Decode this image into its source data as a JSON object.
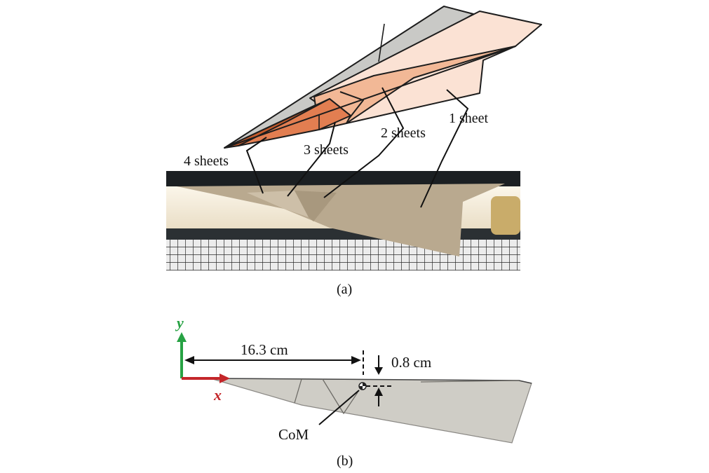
{
  "panel_a": {
    "labels": {
      "four_sheets": "4 sheets",
      "three_sheets": "3 sheets",
      "two_sheets": "2 sheets",
      "one_sheet": "1 sheet"
    },
    "caption": "(a)"
  },
  "panel_b": {
    "axis_y": "y",
    "axis_x": "x",
    "distance_label": "16.3 cm",
    "offset_label": "0.8 cm",
    "com_label": "CoM",
    "caption": "(b)"
  },
  "colors": {
    "grey_wing": "#c9c9c6",
    "sheet1": "#fbe2d4",
    "sheet2": "#f2b896",
    "sheet3": "#e27e51",
    "sheet4": "#c65a2a",
    "photo_paper": "#b9a98f",
    "y_axis": "#27a244",
    "x_axis": "#c4262a"
  }
}
